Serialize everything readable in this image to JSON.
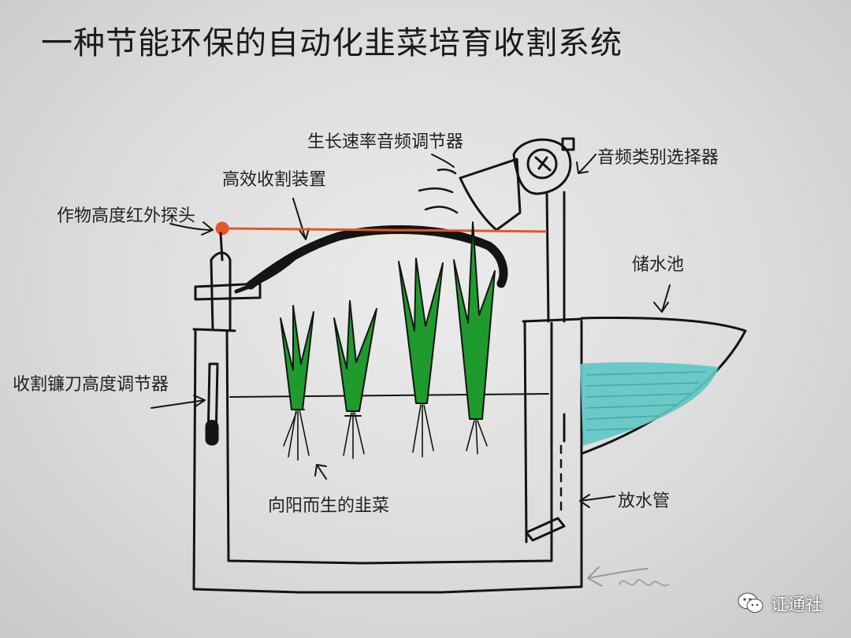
{
  "title": "一种节能环保的自动化韭菜培育收割系统",
  "labels": {
    "growth_regulator": "生长速率音频调节器",
    "audio_selector": "音频类别选择器",
    "harvest_device": "高效收割装置",
    "ir_probe": "作物高度红外探头",
    "reservoir": "储水池",
    "blade_adjuster": "收割镰刀高度调节器",
    "leeks": "向阳而生的韭菜",
    "drain_pipe": "放水管"
  },
  "watermark": {
    "text": "证通社",
    "icon": "wechat-icon"
  },
  "colors": {
    "line": "#141414",
    "laser": "#e8542a",
    "leek_green": "#1f9b2d",
    "water": "#5fc7c4"
  }
}
